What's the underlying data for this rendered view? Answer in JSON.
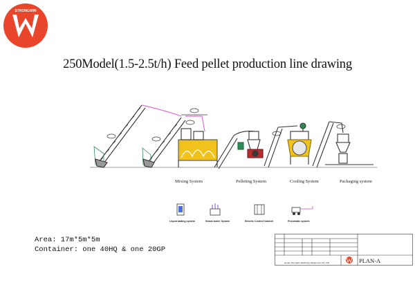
{
  "logo": {
    "wordmark": "STRONGWIN",
    "accent_color": "#e8452a",
    "icon": "w-shield-icon"
  },
  "title": "250Model(1.5-2.5t/h) Feed pellet production line drawing",
  "systems": [
    {
      "label": "Mixing System"
    },
    {
      "label": "Pelleting System"
    },
    {
      "label": "Cooling System"
    },
    {
      "label": "Packaging system"
    }
  ],
  "legend": [
    {
      "label": "Liquid adding system",
      "icon": "liquid-tank-icon"
    },
    {
      "label": "Steam boiler System",
      "icon": "steam-boiler-icon"
    },
    {
      "label": "Electric Control Cabinet",
      "icon": "control-cabinet-icon"
    },
    {
      "label": "Pneumatic system",
      "icon": "air-compressor-icon"
    }
  ],
  "specs": {
    "area": "Area: 17m*5m*5m",
    "container": "Container: one 40HQ & one 20GP"
  },
  "title_block": {
    "plan": "PLAN-A",
    "company": "Henan Strongwin Machinery Equipment CO.,LTD"
  },
  "colors": {
    "line": "#333333",
    "pink_pipe": "#e070d8",
    "mixer_yellow": "#f2c21c",
    "pellet_red": "#b52d2d"
  }
}
